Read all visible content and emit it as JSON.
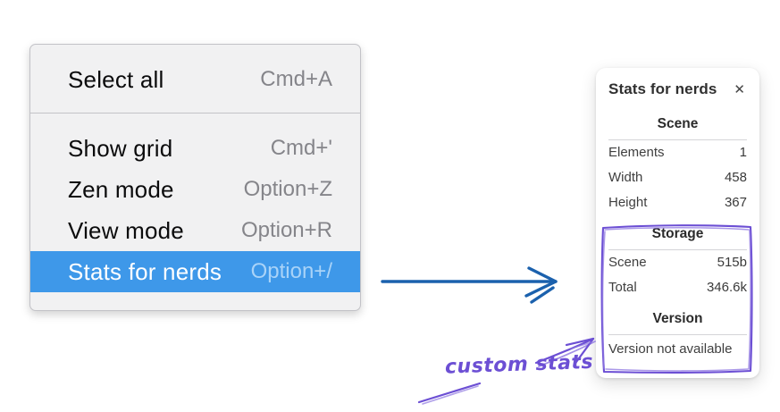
{
  "menu": {
    "groups": [
      {
        "items": [
          {
            "label": "Select all",
            "shortcut": "Cmd+A",
            "highlighted": false
          }
        ]
      },
      {
        "items": [
          {
            "label": "Show grid",
            "shortcut": "Cmd+'",
            "highlighted": false
          },
          {
            "label": "Zen mode",
            "shortcut": "Option+Z",
            "highlighted": false
          },
          {
            "label": "View mode",
            "shortcut": "Option+R",
            "highlighted": false
          },
          {
            "label": "Stats for nerds",
            "shortcut": "Option+/",
            "highlighted": true
          }
        ]
      }
    ]
  },
  "stats_panel": {
    "title": "Stats for nerds",
    "close_icon": "✕",
    "sections": [
      {
        "heading": "Scene",
        "rows": [
          [
            "Elements",
            "1"
          ],
          [
            "Width",
            "458"
          ],
          [
            "Height",
            "367"
          ]
        ]
      },
      {
        "heading": "Storage",
        "rows": [
          [
            "Scene",
            "515b"
          ],
          [
            "Total",
            "346.6k"
          ]
        ]
      },
      {
        "heading": "Version",
        "rows": [],
        "note": "Version not available"
      }
    ]
  },
  "annotation": {
    "label": "custom stats"
  },
  "colors": {
    "menu_background": "#f1f1f2",
    "menu_highlight_blue": "#3e98e9",
    "menu_shortcut_gray": "#85858a",
    "arrow_blue": "#1b61ad",
    "annotation_purple": "#6c4fd4",
    "panel_text": "#3f3f3f"
  }
}
